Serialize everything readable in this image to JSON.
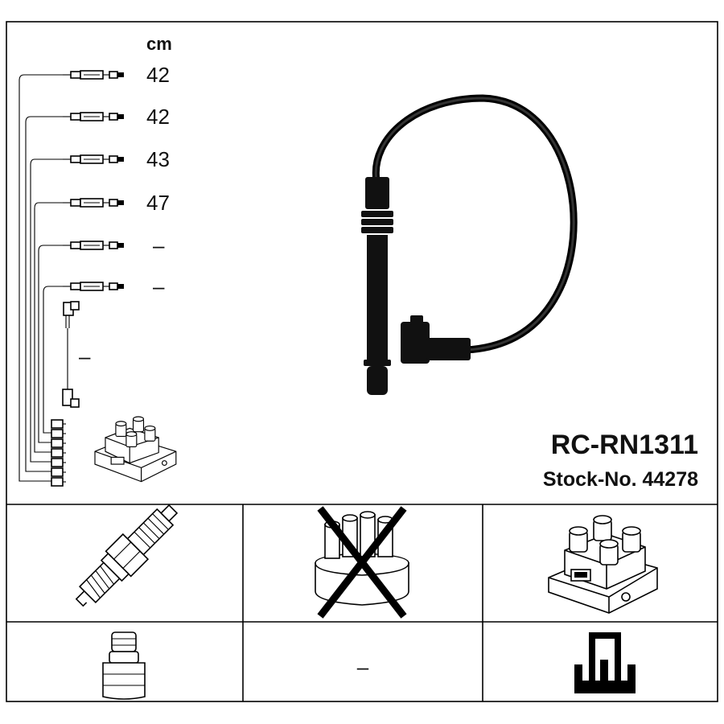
{
  "header": {
    "unit_label": "cm",
    "part_number": "RC-RN1311",
    "stock_label": "Stock-No. 44278"
  },
  "cables": [
    {
      "length": "42"
    },
    {
      "length": "42"
    },
    {
      "length": "43"
    },
    {
      "length": "47"
    },
    {
      "length": "–"
    },
    {
      "length": "–"
    }
  ],
  "extra_cable": {
    "length": "–"
  },
  "applications": {
    "bottom_middle_value": "–"
  },
  "icons": {
    "main_cable": "ignition-cable-icon",
    "coil_small": "ignition-coil-icon",
    "spark_plug": "spark-plug-icon",
    "distributor_cap": "distributor-cap-crossed-icon",
    "coil_large": "ignition-coil-icon",
    "plug_boot": "spark-plug-boot-icon",
    "terminal": "terminal-type-icon"
  },
  "colors": {
    "ink": "#000000",
    "paper": "#ffffff"
  }
}
